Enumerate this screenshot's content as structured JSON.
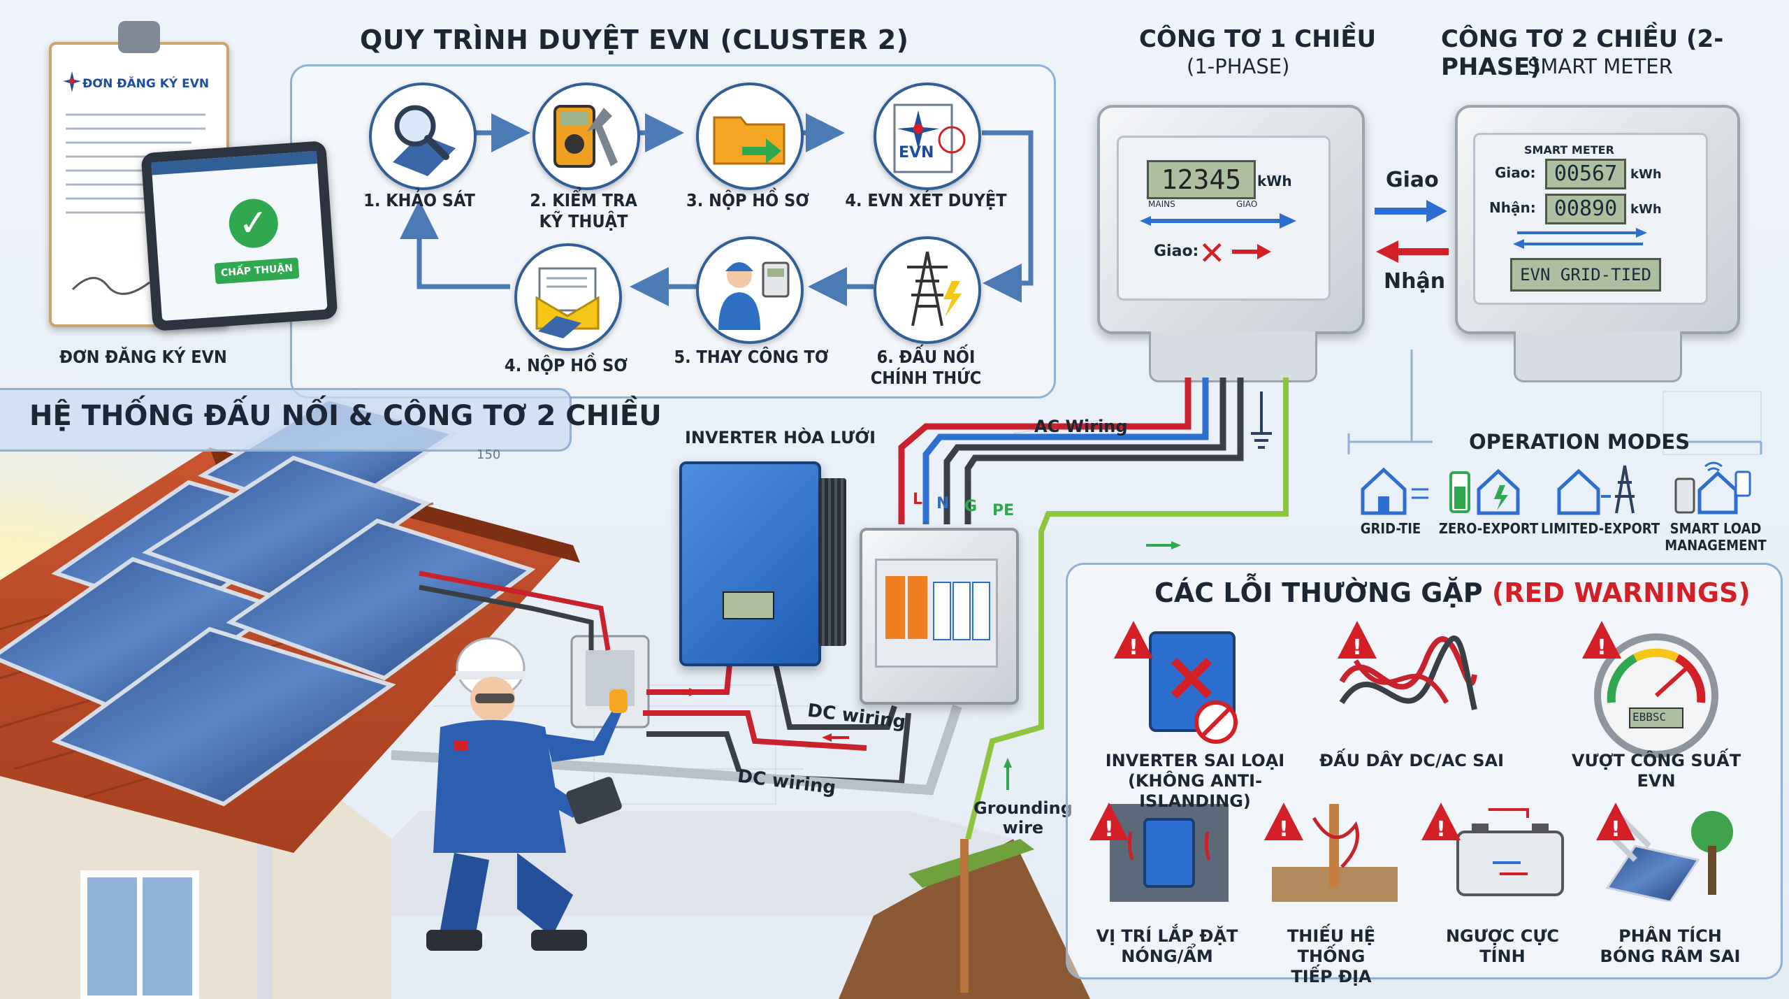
{
  "process": {
    "title": "QUY TRÌNH DUYỆT EVN (CLUSTER 2)",
    "steps": [
      {
        "label_l1": "1. KHẢO SÁT",
        "label_l2": ""
      },
      {
        "label_l1": "2. KIỂM TRA",
        "label_l2": "KỸ THUẬT"
      },
      {
        "label_l1": "3. NỘP HỒ SƠ",
        "label_l2": ""
      },
      {
        "label_l1": "4. EVN XÉT DUYỆT",
        "label_l2": ""
      },
      {
        "label_l1": "6. ĐẤU NỐI",
        "label_l2": "CHÍNH THỨC"
      },
      {
        "label_l1": "5. THAY CÔNG TƠ",
        "label_l2": ""
      },
      {
        "label_l1": "4. NỘP HỒ SƠ",
        "label_l2": ""
      }
    ],
    "evn_logo": "EVN"
  },
  "application": {
    "form_title": "ĐƠN ĐĂNG KÝ EVN",
    "tablet_button": "CHẤP THUẬN",
    "caption": "ĐƠN ĐĂNG KÝ EVN"
  },
  "meters": {
    "one_way": {
      "title": "CÔNG TƠ 1 CHIỀU",
      "subtitle": "(1-PHASE)",
      "reading": "12345",
      "unit": "kWh",
      "mains": "MAINS",
      "giao_small": "GIAO",
      "giao_label": "Giao:"
    },
    "two_way": {
      "title": "CÔNG TƠ 2 CHIỀU (2-PHASE)",
      "subtitle": "SMART METER",
      "display_title": "SMART METER",
      "giao_label": "Giao:",
      "giao_value": "00567",
      "nhan_label": "Nhận:",
      "nhan_value": "00890",
      "unit": "kWh",
      "mode_display": "EVN GRID-TIED"
    },
    "arrow_giao": "Giao",
    "arrow_nhan": "Nhận"
  },
  "operation_modes": {
    "title": "OPERATION MODES",
    "items": [
      {
        "label_l1": "GRID-TIE",
        "label_l2": "",
        "icon": "house-grid-icon"
      },
      {
        "label_l1": "ZERO-EXPORT",
        "label_l2": "",
        "icon": "battery-house-icon"
      },
      {
        "label_l1": "LIMITED-EXPORT",
        "label_l2": "",
        "icon": "house-tower-icon"
      },
      {
        "label_l1": "SMART LOAD",
        "label_l2": "MANAGEMENT",
        "icon": "smart-home-icon"
      }
    ]
  },
  "system": {
    "title": "HỆ THỐNG ĐẤU NỐI & CÔNG TƠ 2 CHIỀU",
    "inverter_label": "INVERTER HÒA LƯỚI",
    "ac_wiring": "AC Wiring",
    "dc_wiring_1": "DC wiring",
    "dc_wiring_2": "DC wiring",
    "grounding_l1": "Grounding",
    "grounding_l2": "wire",
    "wire_l": "L",
    "wire_n": "N",
    "wire_g": "G",
    "wire_pe": "PE",
    "ruler": "150"
  },
  "warnings": {
    "title_main": "CÁC LỖI THƯỜNG GẶP ",
    "title_red": "(RED WARNINGS)",
    "items": [
      {
        "label_l1": "INVERTER SAI LOẠI",
        "label_l2": "(KHÔNG ANTI-ISLANDING)"
      },
      {
        "label_l1": "ĐẤU DÂY DC/AC SAI",
        "label_l2": ""
      },
      {
        "label_l1": "VƯỢT CÔNG SUẤT EVN",
        "label_l2": ""
      },
      {
        "label_l1": "VỊ TRÍ LẮP ĐẶT",
        "label_l2": "NÓNG/ẨM"
      },
      {
        "label_l1": "THIẾU HỆ THỐNG",
        "label_l2": "TIẾP ĐỊA"
      },
      {
        "label_l1": "NGƯỢC CỰC TÍNH",
        "label_l2": ""
      },
      {
        "label_l1": "PHÂN TÍCH",
        "label_l2": "BÓNG RÂM SAI"
      }
    ],
    "gauge_readout": "EBBSC"
  },
  "colors": {
    "navy": "#2f5f95",
    "warning_red": "#d32027",
    "wire_red": "#c8232c",
    "wire_blue": "#2c6fd1",
    "wire_green": "#8cc63f"
  }
}
